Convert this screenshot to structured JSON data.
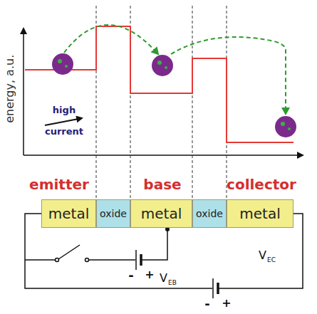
{
  "diagram": {
    "nodes": [
      {
        "text": [
          "metal"
        ]
      },
      {
        "text": [
          "oxide"
        ]
      },
      {
        "text": [
          "metal"
        ]
      },
      {
        "text": [
          "oxide"
        ]
      },
      {
        "text": [
          "metal"
        ]
      }
    ],
    "labels": [
      "energy, a.u.",
      "high current",
      "emitter",
      "base",
      "collector",
      "-",
      "+",
      "V",
      "EB",
      "V",
      "EC",
      "-",
      "+"
    ]
  }
}
